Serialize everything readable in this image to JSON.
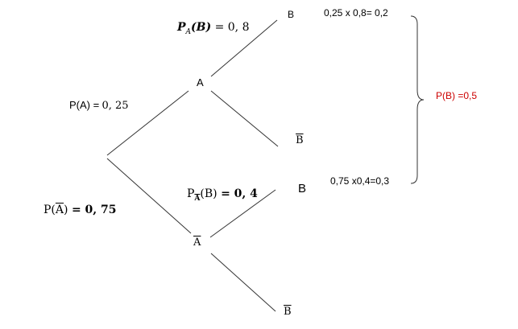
{
  "diagram": {
    "nodes": {
      "A": "A",
      "not_A": "A",
      "B_top": "B",
      "not_B_top": "B",
      "B_bottom": "B",
      "not_B_bottom": "B"
    },
    "branch_labels": {
      "pA_prefix": "P(A) =",
      "pA_value": "0, 25",
      "pNotA_open": "P(",
      "pNotA_event": "A",
      "pNotA_close": ")",
      "pNotA_value": "= 0, 75",
      "pA_B_P": "P",
      "pA_B_sub": "A",
      "pA_B_rest": "(B)",
      "pA_B_value": "= 0, 8",
      "pNotA_B_P": "P",
      "pNotA_B_sub": "A",
      "pNotA_B_rest": "(B)",
      "pNotA_B_value": "= 0, 4"
    },
    "products": {
      "top": "0,25 x 0,8= 0,2",
      "bottom": "0,75 x0,4=0,3"
    },
    "result": "P(B) =0,5",
    "result_color": "#cc0000"
  }
}
